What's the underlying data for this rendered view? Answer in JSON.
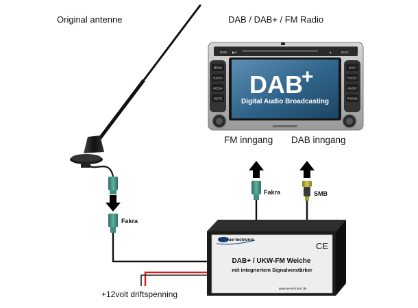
{
  "labels": {
    "antenna_title": "Original antenne",
    "radio_title": "DAB / DAB+ / FM Radio",
    "fm_input": "FM inngang",
    "dab_input": "DAB inngang",
    "fakra_left": "Fakra",
    "fakra_right": "Fakra",
    "smb": "SMB",
    "power": "+12volt driftspenning"
  },
  "radio": {
    "logo_dab": "DAB",
    "logo_plus": "+",
    "logo_subtitle": "Digital Audio Broadcasting",
    "buttons_left": [
      "MENU",
      "RADIO",
      "MEDIA",
      "MUTE"
    ],
    "buttons_right": [
      "NAVI",
      "RADIO",
      "MUSIC",
      "PHONE"
    ],
    "top_left_buttons": [
      "DISP",
      "▶II"
    ],
    "top_right_buttons": [
      "▲",
      "DISC"
    ]
  },
  "splitter": {
    "brand": "ae-tectronic",
    "ce_mark": "CE",
    "title": "DAB+ / UKW-FM Weiche",
    "subtitle": "mit integriertem Signalverstärker",
    "website": "www.ae-tectronic.de"
  },
  "colors": {
    "fakra_connector": "#3f8f80",
    "smb_connector": "#a8a430",
    "power_wire": "#d22020",
    "cable": "#111111",
    "arrow": "#000000",
    "box_dark": "#1b1b1b",
    "label_bg": "#eeeeee",
    "screen_bg": "#3a6d93"
  }
}
